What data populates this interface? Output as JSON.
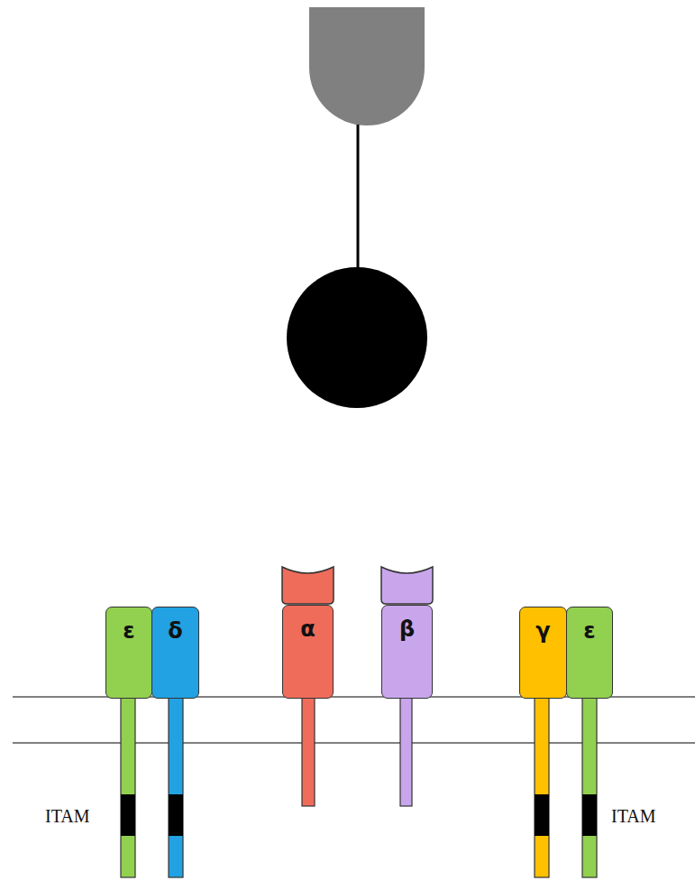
{
  "diagram": {
    "nodes": [
      {
        "text": [
          "ε"
        ]
      },
      {
        "text": [
          "δ"
        ]
      },
      {
        "text": [
          "α"
        ]
      },
      {
        "text": [
          "β"
        ]
      },
      {
        "text": [
          "γ"
        ]
      },
      {
        "text": [
          "ε"
        ]
      }
    ],
    "labels": [
      "ITAM",
      "ITAM"
    ]
  }
}
